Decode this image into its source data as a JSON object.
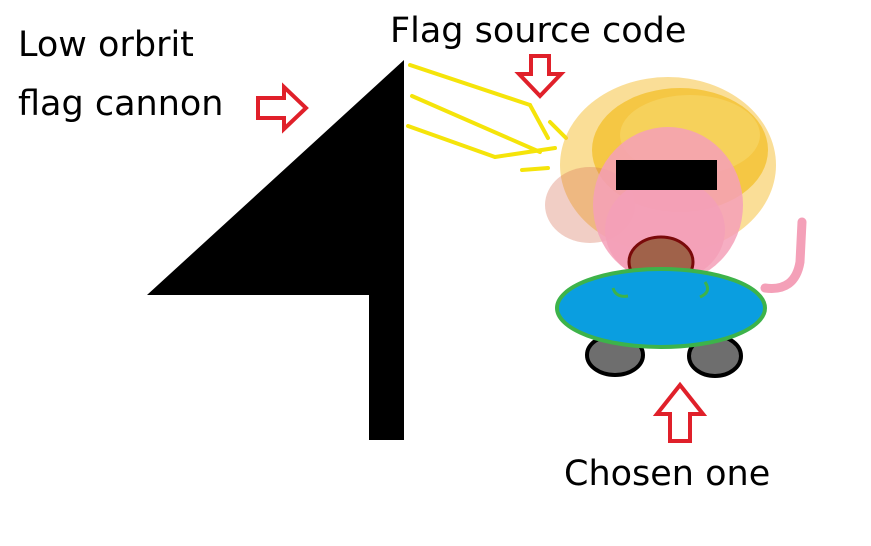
{
  "labels": {
    "cannon_line1": "Low orbrit",
    "cannon_line2": "flag cannon",
    "source_code": "Flag source code",
    "chosen_one": "Chosen one"
  },
  "colors": {
    "arrow_red": "#e0202a",
    "beam_yellow": "#f5e40a",
    "cannon_black": "#000000",
    "hair_gold": "#f0b400",
    "body_pink": "#f4a0b8",
    "bar_black": "#000000",
    "head_brown": "#a0624a",
    "head_outline": "#7a0a0a",
    "saucer_blue": "#0a9ee0",
    "saucer_green": "#3db34a",
    "wheel_gray": "#6e6e6e",
    "tail_pink": "#f4a0b8"
  },
  "icons": [
    "arrow-right-icon",
    "arrow-down-icon",
    "arrow-up-icon"
  ]
}
